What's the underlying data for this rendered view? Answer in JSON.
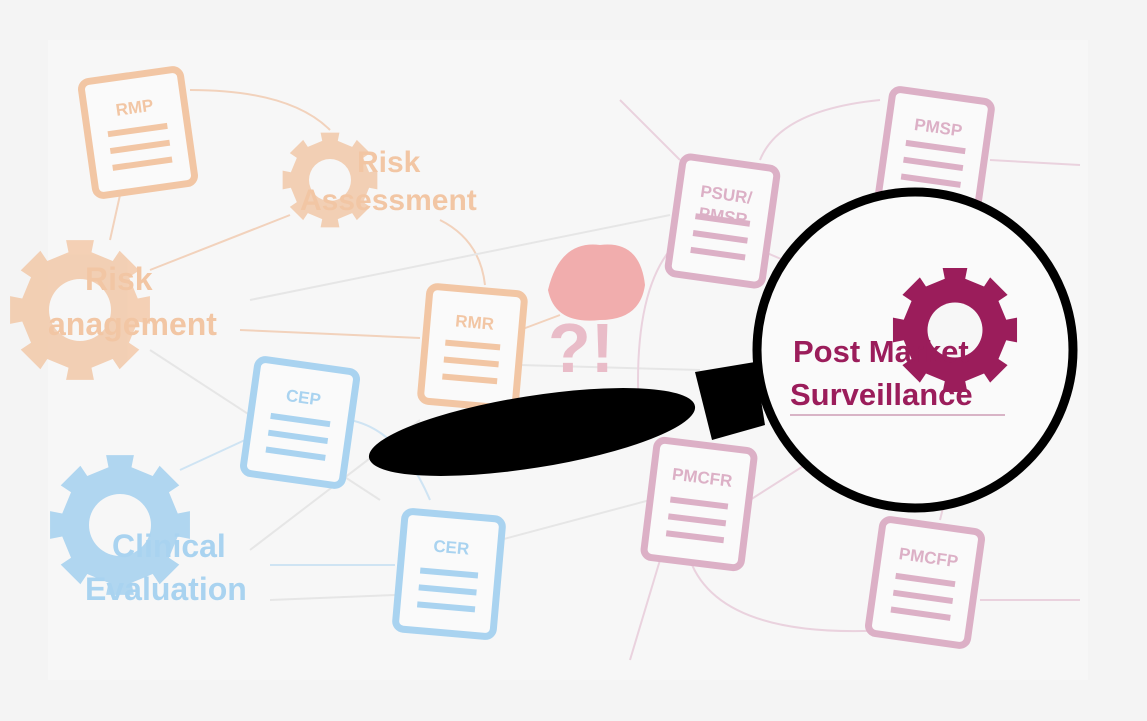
{
  "colors": {
    "risk": "#f2c6a4",
    "clinical": "#a9d3f0",
    "pms_faded": "#dcb0c6",
    "pms": "#9b1d5b",
    "lens": "#000000"
  },
  "risk": {
    "rmp": "RMP",
    "assessment_1": "Risk",
    "assessment_2": "Assessment",
    "management_1": "Risk",
    "management_2": "anagement",
    "rmr": "RMR"
  },
  "clinical": {
    "cep": "CEP",
    "cer": "CER",
    "label_1": "Clinical",
    "label_2": "Evaluation"
  },
  "pms": {
    "psur_1": "PSUR/",
    "psur_2": "PMSR",
    "pmsp": "PMSP",
    "pmcfr": "PMCFR",
    "pmcfp": "PMCFP",
    "label_1": "Post Market",
    "label_2": "Surveillance"
  },
  "center": {
    "mark": "?!"
  }
}
